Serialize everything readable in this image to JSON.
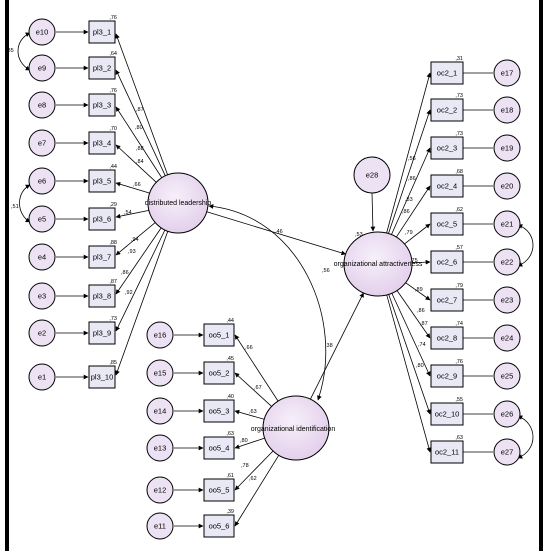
{
  "latents": {
    "distributed_leadership": "distributed leadership",
    "organizational_attractiveness": "organizational attractiveness",
    "organizational_identification": "organizational identification",
    "e28": "e28"
  },
  "pl": [
    {
      "item": "pl3_1",
      "err": "e10",
      "r2": ",76",
      "load": ",87"
    },
    {
      "item": "pl3_2",
      "err": "e9",
      "r2": ",64",
      "load": ",80"
    },
    {
      "item": "pl3_3",
      "err": "e8",
      "r2": ",76",
      "load": ",88"
    },
    {
      "item": "pl3_4",
      "err": "e7",
      "r2": ",70",
      "load": ",84"
    },
    {
      "item": "pl3_5",
      "err": "e6",
      "r2": ",44",
      "load": ",66"
    },
    {
      "item": "pl3_6",
      "err": "e5",
      "r2": ",29",
      "load": ",54"
    },
    {
      "item": "pl3_7",
      "err": "e4",
      "r2": ",88",
      "load": ",94"
    },
    {
      "item": "pl3_8",
      "err": "e3",
      "r2": ",87",
      "load": ",93"
    },
    {
      "item": "pl3_9",
      "err": "e2",
      "r2": ",73",
      "load": ",86"
    },
    {
      "item": "pl3_10",
      "err": "e1",
      "r2": ",85",
      "load": ",92"
    }
  ],
  "oc": [
    {
      "item": "oc2_1",
      "err": "e17",
      "r2": ",31",
      "load": ",56"
    },
    {
      "item": "oc2_2",
      "err": "e18",
      "r2": ",73",
      "load": ",86"
    },
    {
      "item": "oc2_3",
      "err": "e19",
      "r2": ",73",
      "load": ",86"
    },
    {
      "item": "oc2_4",
      "err": "e20",
      "r2": ",68",
      "load": ",83"
    },
    {
      "item": "oc2_5",
      "err": "e21",
      "r2": ",62",
      "load": ",79"
    },
    {
      "item": "oc2_6",
      "err": "e22",
      "r2": ",57",
      "load": ",75"
    },
    {
      "item": "oc2_7",
      "err": "e23",
      "r2": ",79",
      "load": ",89"
    },
    {
      "item": "oc2_8",
      "err": "e24",
      "r2": ",74",
      "load": ",86"
    },
    {
      "item": "oc2_9",
      "err": "e25",
      "r2": ",76",
      "load": ",87"
    },
    {
      "item": "oc2_10",
      "err": "e26",
      "r2": ",55",
      "load": ",74"
    },
    {
      "item": "oc2_11",
      "err": "e27",
      "r2": ",63",
      "load": ",80"
    }
  ],
  "oo": [
    {
      "item": "oo5_1",
      "err": "e16",
      "r2": ",44",
      "load": ",66"
    },
    {
      "item": "oo5_2",
      "err": "e15",
      "r2": ",45",
      "load": ",67"
    },
    {
      "item": "oo5_3",
      "err": "e14",
      "r2": ",40",
      "load": ",63"
    },
    {
      "item": "oo5_4",
      "err": "e13",
      "r2": ",63",
      "load": ",80"
    },
    {
      "item": "oo5_5",
      "err": "e12",
      "r2": ",61",
      "load": ",78"
    },
    {
      "item": "oo5_6",
      "err": "e11",
      "r2": ",39",
      "load": ",62"
    }
  ],
  "paths": {
    "dl_oa": ",46",
    "oi_oa": ",38",
    "dl_oi": ",56",
    "oa_r2": ",53",
    "oi_r2": "",
    "cov_e10_e9": ",85",
    "cov_e6_e5": ",51"
  }
}
